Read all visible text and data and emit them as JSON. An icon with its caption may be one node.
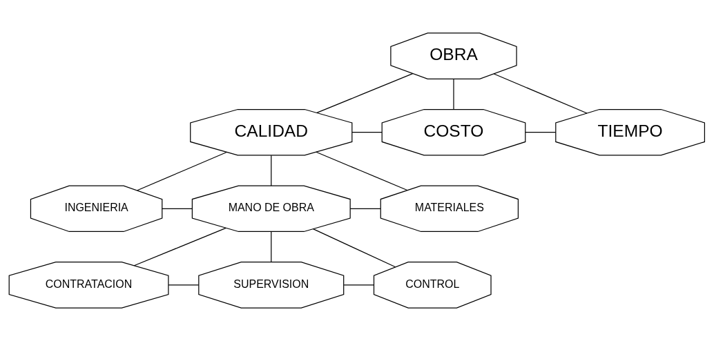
{
  "diagram": {
    "nodes": [
      {
        "text": [
          "OBRA"
        ]
      },
      {
        "text": [
          "CALIDAD"
        ]
      },
      {
        "text": [
          "COSTO"
        ]
      },
      {
        "text": [
          "TIEMPO"
        ]
      },
      {
        "text": [
          "INGENIERIA"
        ]
      },
      {
        "text": [
          "MANO DE OBRA"
        ]
      },
      {
        "text": [
          "MATERIALES"
        ]
      },
      {
        "text": [
          "CONTRATACION"
        ]
      },
      {
        "text": [
          "SUPERVISION"
        ]
      },
      {
        "text": [
          "CONTROL"
        ]
      }
    ],
    "edges": [
      {
        "from": 0,
        "to": 1,
        "arrow": "none"
      },
      {
        "from": 0,
        "to": 2,
        "arrow": "none"
      },
      {
        "from": 0,
        "to": 3,
        "arrow": "none"
      },
      {
        "from": 1,
        "to": 2,
        "arrow": "none"
      },
      {
        "from": 2,
        "to": 3,
        "arrow": "none"
      },
      {
        "from": 1,
        "to": 4,
        "arrow": "none"
      },
      {
        "from": 1,
        "to": 5,
        "arrow": "none"
      },
      {
        "from": 1,
        "to": 6,
        "arrow": "none"
      },
      {
        "from": 4,
        "to": 5,
        "arrow": "none"
      },
      {
        "from": 5,
        "to": 6,
        "arrow": "none"
      },
      {
        "from": 5,
        "to": 7,
        "arrow": "none"
      },
      {
        "from": 5,
        "to": 8,
        "arrow": "none"
      },
      {
        "from": 5,
        "to": 9,
        "arrow": "none"
      },
      {
        "from": 7,
        "to": 8,
        "arrow": "none"
      },
      {
        "from": 8,
        "to": 9,
        "arrow": "none"
      }
    ]
  }
}
